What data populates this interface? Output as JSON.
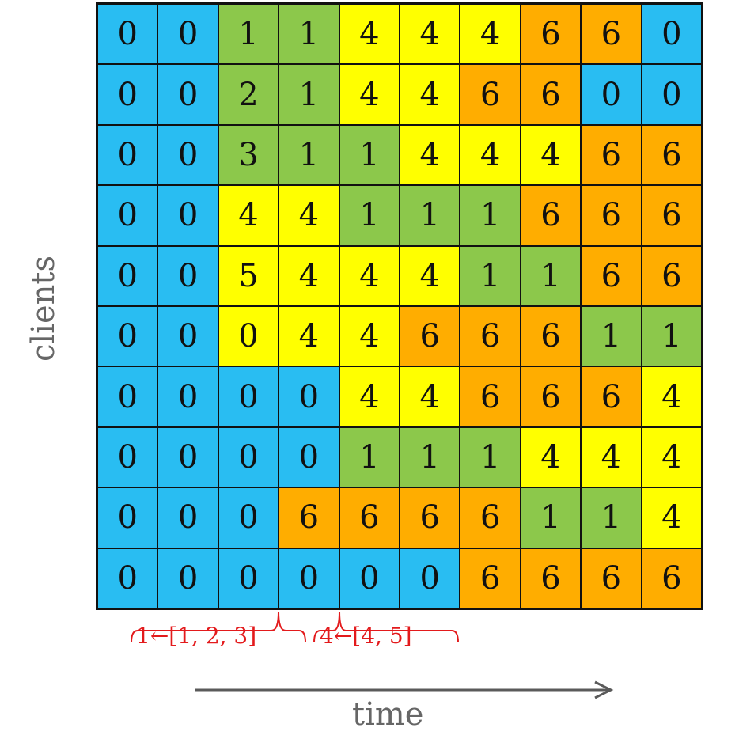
{
  "grid": {
    "rows": [
      [
        "0",
        "0",
        "1",
        "1",
        "4",
        "4",
        "4",
        "6",
        "6",
        "0"
      ],
      [
        "0",
        "0",
        "2",
        "1",
        "4",
        "4",
        "6",
        "6",
        "0",
        "0"
      ],
      [
        "0",
        "0",
        "3",
        "1",
        "1",
        "4",
        "4",
        "4",
        "6",
        "6"
      ],
      [
        "0",
        "0",
        "4",
        "4",
        "1",
        "1",
        "1",
        "6",
        "6",
        "6"
      ],
      [
        "0",
        "0",
        "5",
        "4",
        "4",
        "4",
        "1",
        "1",
        "6",
        "6"
      ],
      [
        "0",
        "0",
        "0",
        "4",
        "4",
        "6",
        "6",
        "6",
        "1",
        "1"
      ],
      [
        "0",
        "0",
        "0",
        "0",
        "4",
        "4",
        "6",
        "6",
        "6",
        "4"
      ],
      [
        "0",
        "0",
        "0",
        "0",
        "1",
        "1",
        "1",
        "4",
        "4",
        "4"
      ],
      [
        "0",
        "0",
        "0",
        "6",
        "6",
        "6",
        "6",
        "1",
        "1",
        "4"
      ],
      [
        "0",
        "0",
        "0",
        "0",
        "0",
        "0",
        "6",
        "6",
        "6",
        "6"
      ]
    ],
    "colors": {
      "blue": "#29bdf2",
      "green": "#8cc84b",
      "yellow": "#ffff00",
      "orange": "#ffad00"
    },
    "color_map": [
      [
        "blue",
        "blue",
        "green",
        "green",
        "yellow",
        "yellow",
        "yellow",
        "orange",
        "orange",
        "blue"
      ],
      [
        "blue",
        "blue",
        "green",
        "green",
        "yellow",
        "yellow",
        "orange",
        "orange",
        "blue",
        "blue"
      ],
      [
        "blue",
        "blue",
        "green",
        "green",
        "green",
        "yellow",
        "yellow",
        "yellow",
        "orange",
        "orange"
      ],
      [
        "blue",
        "blue",
        "yellow",
        "yellow",
        "green",
        "green",
        "green",
        "orange",
        "orange",
        "orange"
      ],
      [
        "blue",
        "blue",
        "yellow",
        "yellow",
        "yellow",
        "yellow",
        "green",
        "green",
        "orange",
        "orange"
      ],
      [
        "blue",
        "blue",
        "yellow",
        "yellow",
        "yellow",
        "orange",
        "orange",
        "orange",
        "green",
        "green"
      ],
      [
        "blue",
        "blue",
        "blue",
        "blue",
        "yellow",
        "yellow",
        "orange",
        "orange",
        "orange",
        "yellow"
      ],
      [
        "blue",
        "blue",
        "blue",
        "blue",
        "green",
        "green",
        "green",
        "yellow",
        "yellow",
        "yellow"
      ],
      [
        "blue",
        "blue",
        "blue",
        "orange",
        "orange",
        "orange",
        "orange",
        "green",
        "green",
        "yellow"
      ],
      [
        "blue",
        "blue",
        "blue",
        "blue",
        "blue",
        "blue",
        "orange",
        "orange",
        "orange",
        "orange"
      ]
    ]
  },
  "labels": {
    "y_axis": "clients",
    "x_axis": "time"
  },
  "annotations": {
    "first": "1←[1, 2, 3]",
    "second": "4←[4, 5]",
    "color": "#e31a1c"
  },
  "arrow_color": "#5a5a5a"
}
